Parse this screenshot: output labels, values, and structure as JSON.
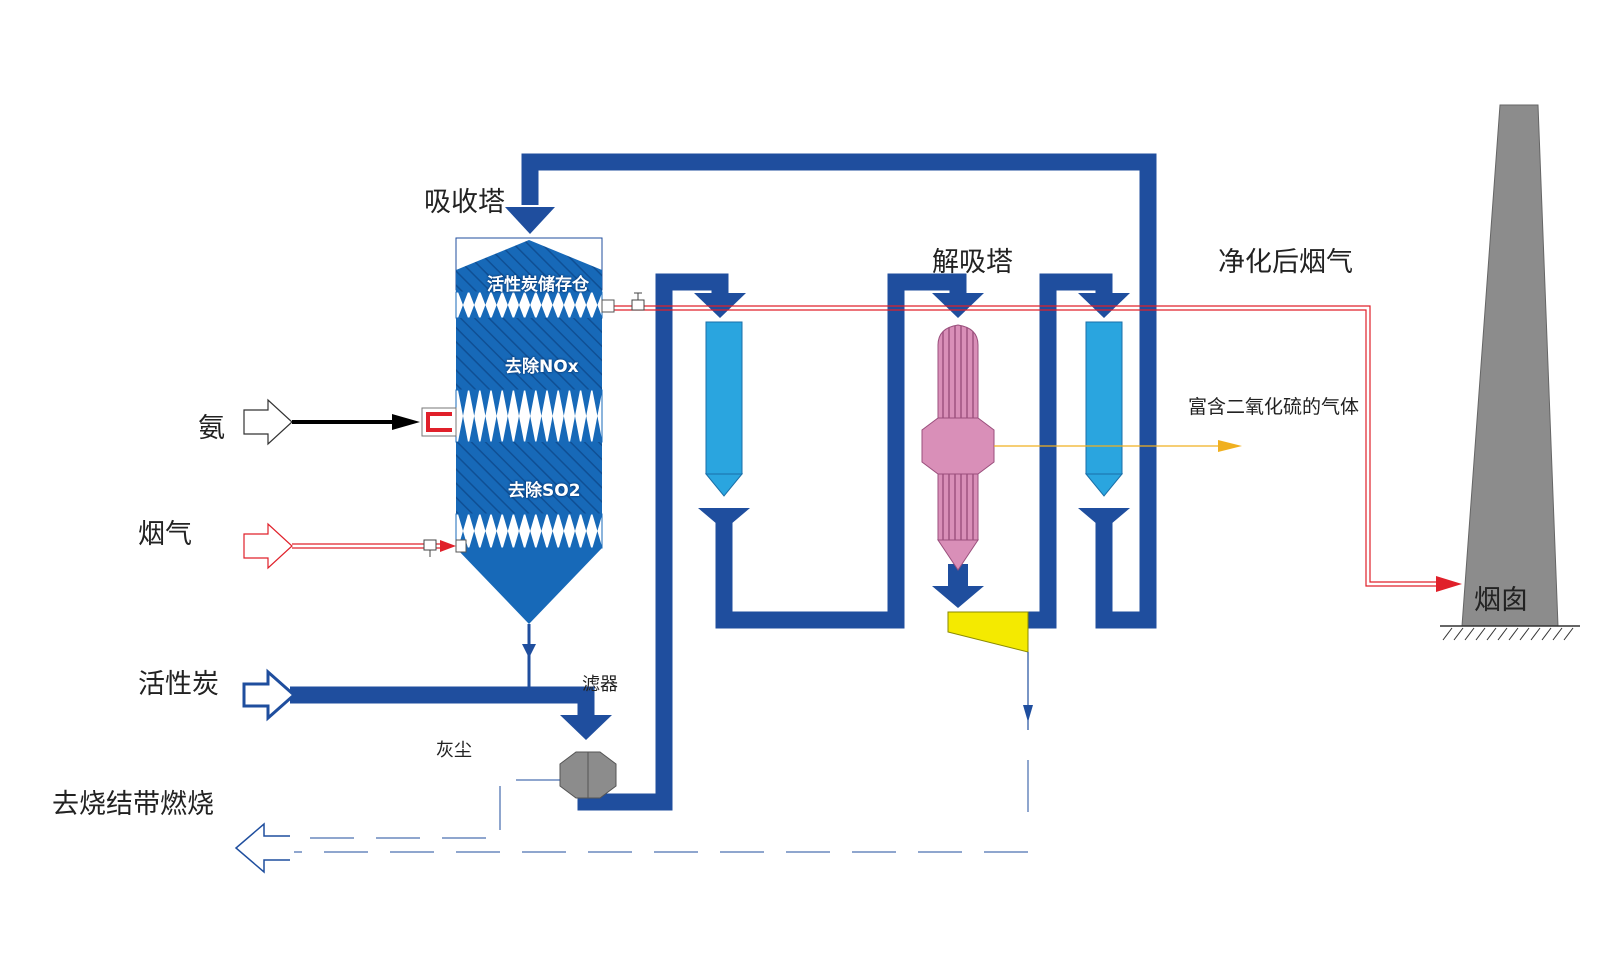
{
  "labels": {
    "absorber": "吸收塔",
    "desorber": "解吸塔",
    "clean_gas": "净化后烟气",
    "ammonia": "氨",
    "flue_gas": "烟气",
    "activated_carbon": "活性炭",
    "to_sintering": "去烧结带燃烧",
    "filter": "滤器",
    "dust": "灰尘",
    "so2_rich_gas": "富含二氧化硫的气体",
    "chimney": "烟囱"
  },
  "tower_sections": {
    "storage": "活性炭储存仓",
    "nox": "去除NOx",
    "so2": "去除SO2"
  },
  "colors": {
    "pipe_blue": "#1f4e9e",
    "tower_blue": "#1769b8",
    "column_cyan": "#2aa5df",
    "desorber_pink": "#d98fb8",
    "gas_red": "#e0202a",
    "so2_arrow_orange": "#f0b020",
    "feeder_yellow": "#f4ea00",
    "chimney_gray": "#8c8c8c"
  }
}
